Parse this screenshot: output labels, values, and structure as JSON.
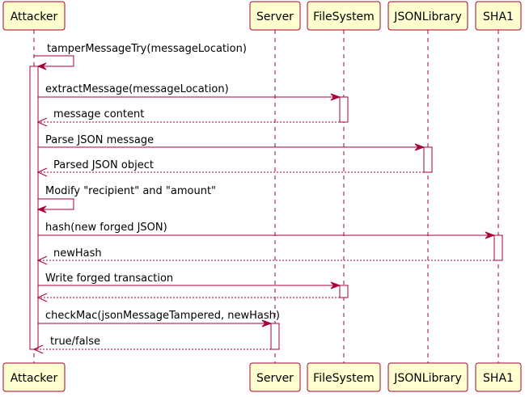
{
  "participants": [
    {
      "id": "attacker",
      "label": "Attacker"
    },
    {
      "id": "server",
      "label": "Server"
    },
    {
      "id": "filesystem",
      "label": "FileSystem"
    },
    {
      "id": "jsonlibrary",
      "label": "JSONLibrary"
    },
    {
      "id": "sha1",
      "label": "SHA1"
    }
  ],
  "messages": [
    {
      "label": "tamperMessageTry(messageLocation)",
      "from": "attacker",
      "to": "attacker",
      "kind": "self"
    },
    {
      "label": "extractMessage(messageLocation)",
      "from": "attacker",
      "to": "filesystem",
      "kind": "call"
    },
    {
      "label": "message content",
      "from": "filesystem",
      "to": "attacker",
      "kind": "return"
    },
    {
      "label": "Parse JSON message",
      "from": "attacker",
      "to": "jsonlibrary",
      "kind": "call"
    },
    {
      "label": "Parsed JSON object",
      "from": "jsonlibrary",
      "to": "attacker",
      "kind": "return"
    },
    {
      "label": "Modify \"recipient\" and \"amount\"",
      "from": "attacker",
      "to": "attacker",
      "kind": "self"
    },
    {
      "label": "hash(new forged JSON)",
      "from": "attacker",
      "to": "sha1",
      "kind": "call"
    },
    {
      "label": "newHash",
      "from": "sha1",
      "to": "attacker",
      "kind": "return"
    },
    {
      "label": "Write forged transaction",
      "from": "attacker",
      "to": "filesystem",
      "kind": "call"
    },
    {
      "label": "",
      "from": "filesystem",
      "to": "attacker",
      "kind": "return"
    },
    {
      "label": "checkMac(jsonMessageTampered, newHash)",
      "from": "attacker",
      "to": "server",
      "kind": "call"
    },
    {
      "label": "true/false",
      "from": "server",
      "to": "attacker",
      "kind": "return"
    }
  ],
  "colors": {
    "line": "#a80036",
    "participant_fill": "#fefece"
  }
}
